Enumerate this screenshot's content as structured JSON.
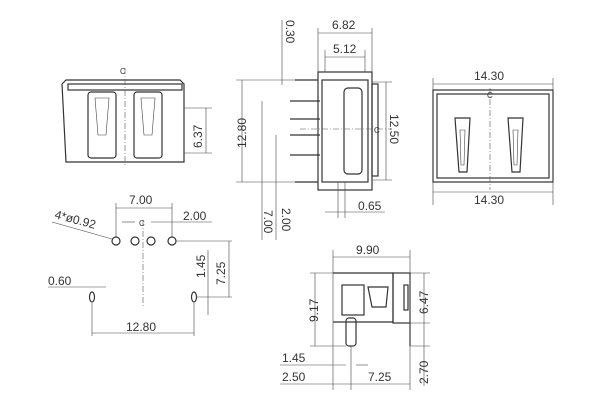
{
  "drawing": {
    "front_view": {
      "height": "6.37",
      "center_mark": "C"
    },
    "side_view": {
      "width_outer": "6.82",
      "width_inner": "5.12",
      "pin_offset": "0.30",
      "pin_span": "12.80",
      "body_height": "12.50",
      "pin_pitch_small": "2.00",
      "pin_pitch_large": "7.00",
      "pin_thickness": "0.65",
      "center_mark": "C"
    },
    "rear_view": {
      "width_top": "14.30",
      "width_bottom": "14.30",
      "center_mark": "C"
    },
    "footprint": {
      "hole_span": "7.00",
      "hole_pitch": "2.00",
      "hole_spec": "4*ø0.92",
      "slot_width": "0.60",
      "slot_span": "12.80",
      "slot_length": "1.45",
      "hole_to_slot": "7.25",
      "center_mark": "C"
    },
    "bottom_view": {
      "length": "9.90",
      "height": "9.17",
      "body_height": "6.47",
      "pin_length": "2.70",
      "pin_width": "1.45",
      "pin_offset": "2.50",
      "pin_to_end": "7.25"
    }
  }
}
